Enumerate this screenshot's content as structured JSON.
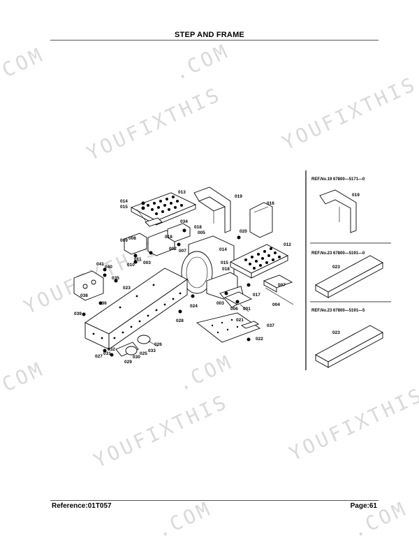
{
  "page": {
    "title": "STEP AND FRAME",
    "reference": "Reference:01T057",
    "page_number": "Page:61"
  },
  "watermark": {
    "text": "YOUFIXTHIS",
    "text_com": ".COM"
  },
  "callouts": [
    "013",
    "014",
    "015",
    "019",
    "016",
    "034",
    "018",
    "005",
    "020",
    "018",
    "009",
    "008",
    "002",
    "007",
    "011",
    "010",
    "003",
    "014",
    "015",
    "012",
    "041",
    "040",
    "018",
    "035",
    "023",
    "038",
    "036",
    "001",
    "017",
    "007",
    "004",
    "039",
    "024",
    "003",
    "006",
    "028",
    "021",
    "037",
    "022",
    "026",
    "033",
    "025",
    "030",
    "029",
    "027",
    "031",
    "032"
  ],
  "ref_panels": [
    {
      "ref": "REF.No.19  67800—5171—0",
      "callout": "019"
    },
    {
      "ref": "REF.No.23  67800—5191—0",
      "callout": "023"
    },
    {
      "ref": "REF.No.23  67800—5191—5",
      "callout": "023"
    }
  ]
}
